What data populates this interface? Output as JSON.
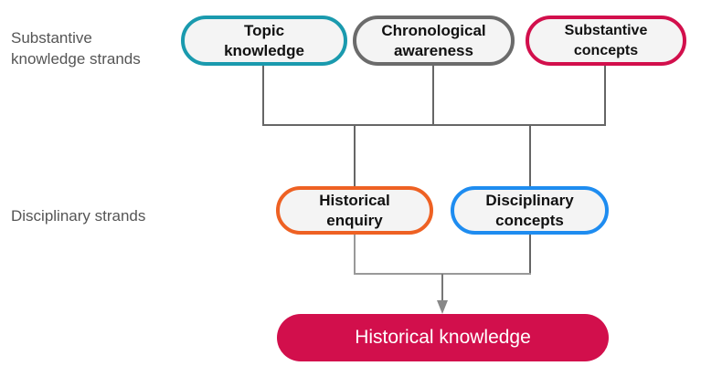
{
  "rows": {
    "substantive_label": "Substantive\nknowledge strands",
    "disciplinary_label": "Disciplinary strands"
  },
  "substantive_strands": [
    {
      "label": "Topic\nknowledge",
      "color": "#1a9aae"
    },
    {
      "label": "Chronological\nawareness",
      "color": "#6b6b6b"
    },
    {
      "label": "Substantive\nconcepts",
      "color": "#d20f4c"
    }
  ],
  "disciplinary_strands": [
    {
      "label": "Historical\nenquiry",
      "color": "#ee6123"
    },
    {
      "label": "Disciplinary\nconcepts",
      "color": "#1e8cf0"
    }
  ],
  "outcome": {
    "label": "Historical knowledge",
    "color": "#d20f4c"
  }
}
